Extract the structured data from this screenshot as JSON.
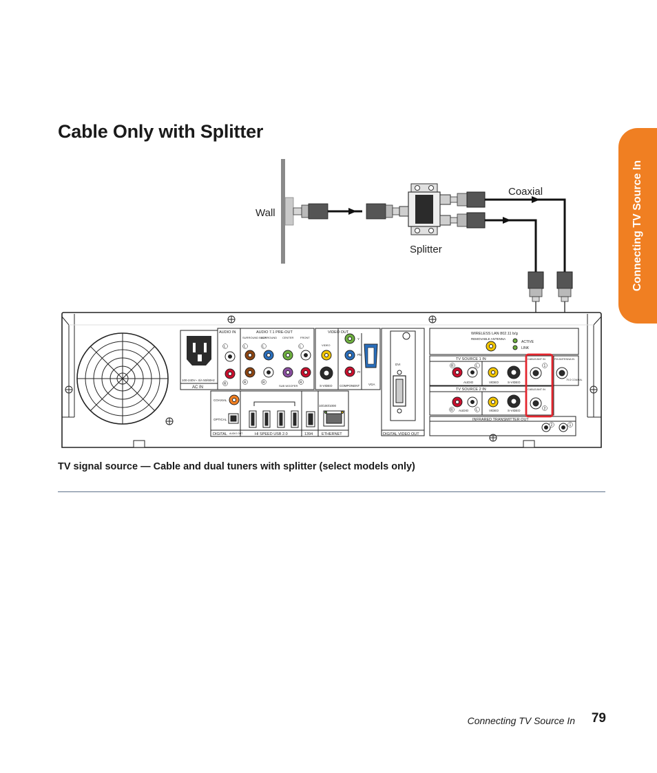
{
  "heading": "Cable Only with Splitter",
  "side_tab": "Connecting TV Source In",
  "diagram": {
    "label_wall": "Wall",
    "label_splitter": "Splitter",
    "label_coaxial": "Coaxial",
    "highlight_color": "#e3262e",
    "panel": {
      "ac_in": "AC IN",
      "ac_rating": "100-240V~ 4/A 50/60Hz",
      "audio_in": "AUDIO IN",
      "audio_71": "AUDIO 7.1 PRE-OUT",
      "surround_back": "SURROUND BACK",
      "surround": "SURROUND",
      "center": "CENTER",
      "front": "FRONT",
      "sub_woofer": "SUB WOOFER",
      "video_out": "VIDEO OUT",
      "video": "VIDEO",
      "svideo": "S-VIDEO",
      "component": "COMPONENT",
      "vga": "VGA",
      "dvi": "DVI",
      "digital_video_out": "DIGITAL VIDEO OUT",
      "coaxial": "COAXIAL",
      "optical": "OPTICAL",
      "digital": "DIGITAL",
      "audio_out": "AUDIO OUT",
      "usb": "HI SPEED USB 2.0",
      "firewire": "1394",
      "ethernet": "ETHERNET",
      "ethernet_speed": "10/100/1000",
      "wireless": "WIRELESS LAN     802.11 b/g",
      "removable_antenna": "REMOVABLE ANTENNA",
      "active": "ACTIVE",
      "link": "LINK",
      "tv1": "TV SOURCE   1   IN",
      "tv2": "TV SOURCE   2   IN",
      "audio": "AUDIO",
      "cable_ant_in": "CABLE/ANT IN",
      "fm_antenna_in": "FM ANTENNA IN",
      "coaxial_75": "75 Ω COAXIAL",
      "ir_out": "INFRARED TRANSMITTER OUT",
      "n1": "1",
      "n2": "2",
      "r": "R",
      "l": "L",
      "y": "Y",
      "pb": "Pb",
      "pr": "Pr"
    }
  },
  "caption": "TV signal source — Cable and dual tuners with splitter (select models only)",
  "footer": {
    "section": "Connecting TV Source In",
    "page_number": "79"
  }
}
